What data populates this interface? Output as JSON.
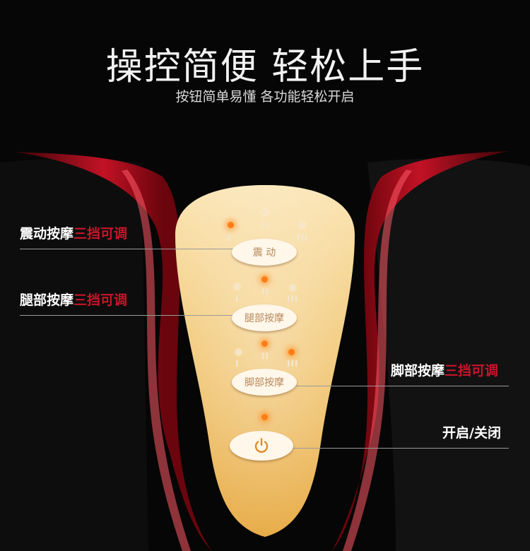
{
  "header": {
    "title": "操控简便  轻松上手",
    "subtitle": "按钮简单易懂 各功能轻松开启"
  },
  "callouts": [
    {
      "label": "震动按摩",
      "highlight": "三挡可调"
    },
    {
      "label": "腿部按摩",
      "highlight": "三挡可调"
    },
    {
      "label": "脚部按摩",
      "highlight": "三挡可调"
    },
    {
      "label": "开启/关闭",
      "highlight": ""
    }
  ],
  "panel": {
    "buttons": [
      {
        "label": "震 动"
      },
      {
        "label": "腿部按摩"
      },
      {
        "label": "脚部按摩"
      }
    ],
    "levels": [
      "I",
      "II",
      "III"
    ],
    "power_icon": "power-icon"
  },
  "colors": {
    "background": "#060606",
    "highlight_text": "#c8152a",
    "body_red": "#a80f1c",
    "panel_gold": "#f0bf62",
    "indicator_on": "#ff7d14"
  }
}
